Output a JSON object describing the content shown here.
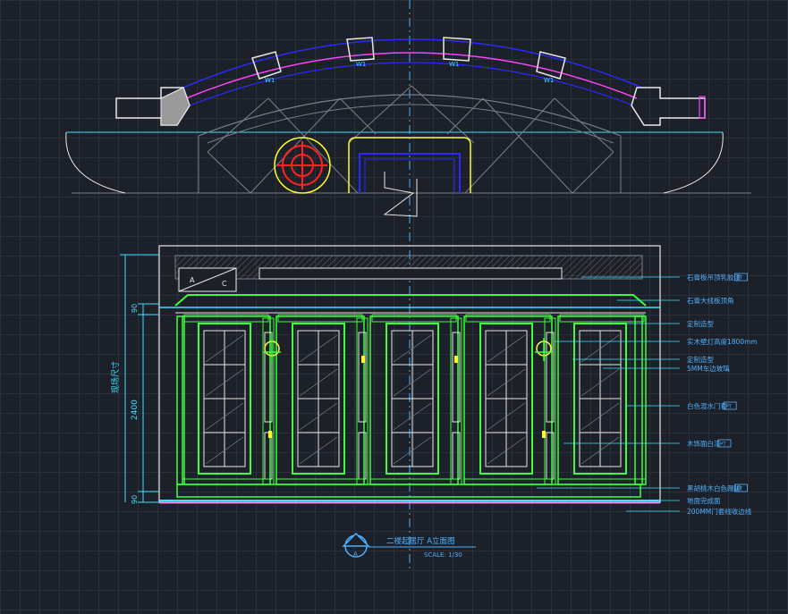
{
  "colors": {
    "background": "#1c2028",
    "grid": "#2a303b",
    "green": "#3cff3c",
    "white": "#e8e8e8",
    "cyan": "#3ee0ff",
    "yellow": "#ffff30",
    "red": "#ff2020",
    "blue": "#2a2aff",
    "magenta": "#ff40ff",
    "dim": "#7a8088",
    "label": "#4fb0ff"
  },
  "plan": {
    "window_tags": [
      "W1",
      "W1",
      "W1",
      "W1"
    ]
  },
  "elevation": {
    "box_marker": {
      "letter_a": "A",
      "letter_c": "C"
    },
    "dims": {
      "top": "90",
      "middle": "2400",
      "bottom": "90",
      "vertical_label": "现场尺寸"
    },
    "annotations": [
      {
        "text": "石膏板吊顶乳胶漆",
        "tag": "PT"
      },
      {
        "text": "石膏大线板顶角",
        "tag": ""
      },
      {
        "text": "定制造型",
        "tag": ""
      },
      {
        "text": "实木壁灯高度1800mm",
        "tag": ""
      },
      {
        "text": "定制造型",
        "tag": ""
      },
      {
        "text": "5MM车边玻璃",
        "tag": ""
      },
      {
        "text": "白色混水门套",
        "tag": "PT"
      },
      {
        "text": "木饰面白漆",
        "tag": "PT"
      },
      {
        "text": "黑胡桃木白色踢脚",
        "tag": "PT"
      },
      {
        "text": "地面完成面",
        "tag": ""
      },
      {
        "text": "200MM门套线收边线",
        "tag": ""
      }
    ]
  },
  "title_block": {
    "symbol": "A",
    "title": "二楼起居厅 A立面图",
    "scale": "SCALE: 1/30"
  }
}
